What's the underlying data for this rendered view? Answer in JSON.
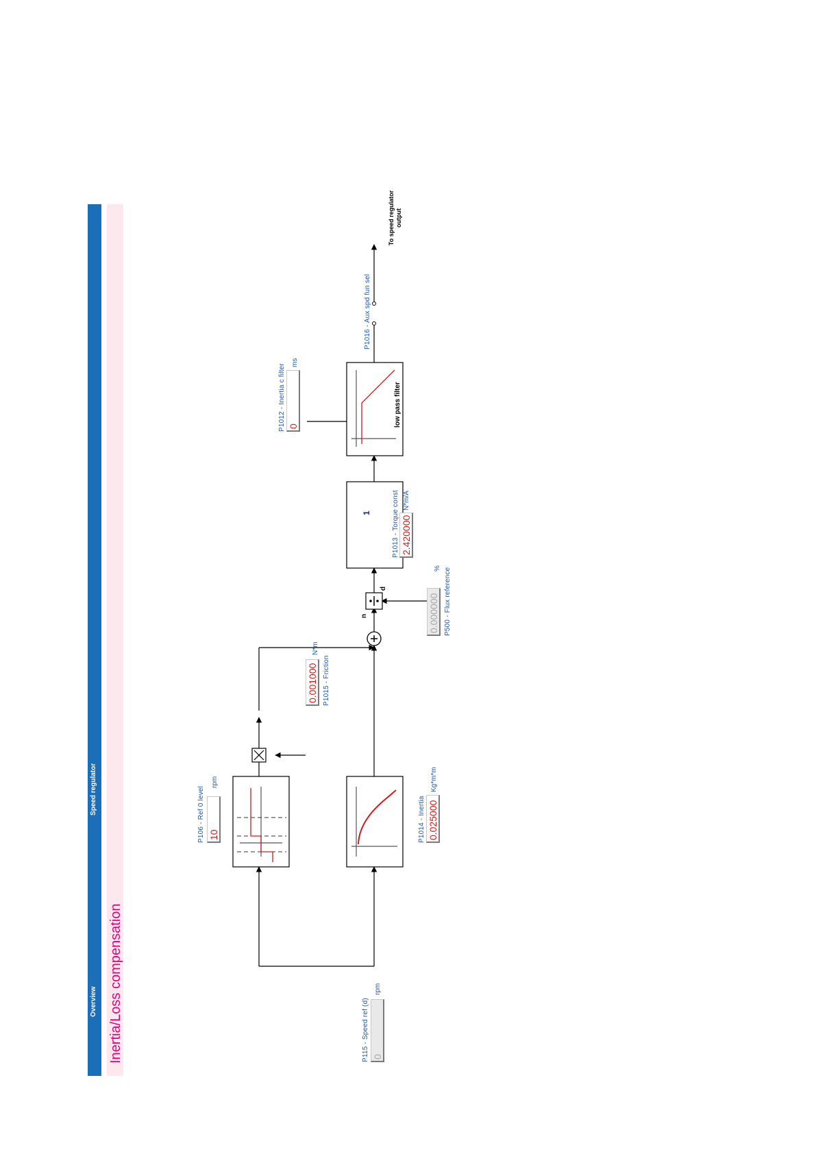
{
  "breadcrumb": {
    "overview": "Overview",
    "section": "Speed regulator"
  },
  "page_title": "Inertia/Loss compensation",
  "params": {
    "speed_ref": {
      "label": "P115 - Speed ref (d)",
      "value": "0",
      "unit": "rpm"
    },
    "ref0_level": {
      "label": "P106 - Ref 0 level",
      "value": "10",
      "unit": "rpm"
    },
    "inertia": {
      "label": "P1014 - Inertia",
      "value": "0.025000",
      "unit": "Kg*m*m"
    },
    "friction": {
      "label": "P1015 - Friction",
      "value": "0.001000",
      "unit": "N*m"
    },
    "flux_ref": {
      "label": "P500 - Flux reference",
      "value": "0.000000",
      "unit": "%"
    },
    "torque_const": {
      "label": "P1013 - Torque const",
      "value": "2.420000",
      "unit": "N*m/A"
    },
    "inertia_filter": {
      "label": "P1012 - Inertia c filter",
      "value": "0",
      "unit": "ms"
    },
    "aux_spd_sel": {
      "label": "P1016 - Aux spd fun sel"
    }
  },
  "blocks": {
    "reciprocal_numerator": "1",
    "divider_n": "n",
    "divider_d": "d",
    "sum_sign": "+",
    "lpf_label": "low pass filter"
  },
  "output_label_line1": "To speed regulator",
  "output_label_line2": "output",
  "colors": {
    "breadcrumb_bg": "#1a6fb8",
    "title_bg": "#fde8ee",
    "title_text": "#e3007d",
    "param_label": "#1e57a8",
    "value_text": "#d11a1a",
    "curve": "#d11a1a"
  }
}
